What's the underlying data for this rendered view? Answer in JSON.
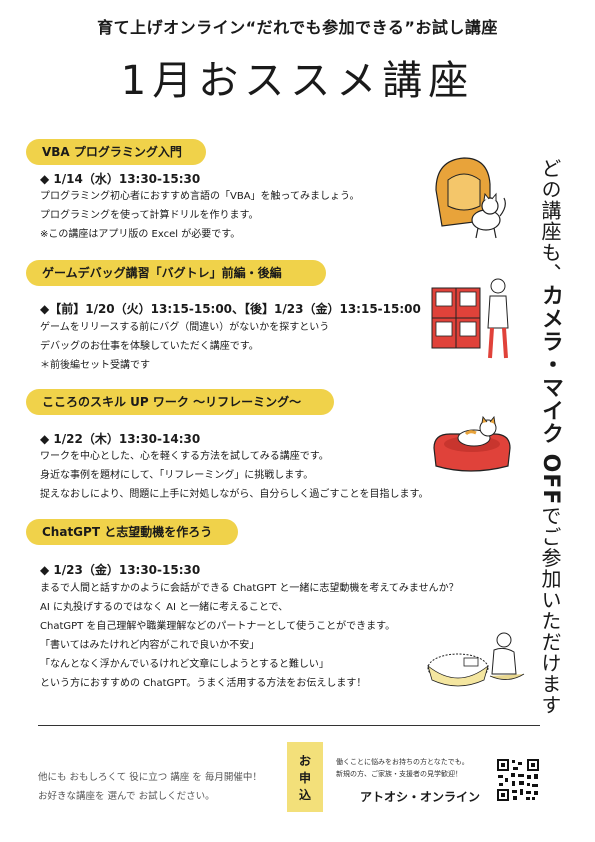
{
  "header": {
    "subtitle": "育て上げオンライン“だれでも参加できる”お試し講座",
    "title": "1月おススメ講座"
  },
  "courses": [
    {
      "tag": "VBA プログラミング入門",
      "datetime": "◆ 1/14（水）13:30-15:30",
      "lines": [
        "プログラミング初心者におすすめ言語の「VBA」を触ってみましょう。",
        "プログラミングを使って計算ドリルを作ります。",
        "※この講座はアプリ版の Excel が必要です。"
      ]
    },
    {
      "tag": "ゲームデバッグ講習「バグトレ」前編・後編",
      "datetime": "◆【前】1/20（火）13:15-15:00、【後】1/23（金）13:15-15:00",
      "lines": [
        "ゲームをリリースする前にバグ（間違い）がないかを探すという",
        "デバッグのお仕事を体験していただく講座です。",
        "＊前後編セット受講です"
      ]
    },
    {
      "tag": "こころのスキル UP ワーク 〜リフレーミング〜",
      "datetime": "◆ 1/22（木）13:30-14:30",
      "lines": [
        "ワークを中心とした、心を軽くする方法を試してみる講座です。",
        "身近な事例を題材にして、「リフレーミング」に挑戦します。",
        "捉えなおしにより、問題に上手に対処しながら、自分らしく過ごすことを目指します。"
      ]
    },
    {
      "tag": "ChatGPT と志望動機を作ろう",
      "datetime": "◆ 1/23（金）13:30-15:30",
      "lines": [
        "まるで人間と話すかのように会話ができる ChatGPT と一緒に志望動機を考えてみませんか？",
        "AI に丸投げするのではなく AI と一緒に考えることで、",
        "ChatGPT を自己理解や職業理解などのパートナーとして使うことができます。",
        "「書いてはみたけれど内容がこれで良いか不安」",
        "「なんとなく浮かんでいるけれど文章にしようとすると難しい」",
        "という方におすすめの ChatGPT。うまく活用する方法をお伝えします！"
      ]
    }
  ],
  "vertical": {
    "part1": "どの講座も、",
    "part2": "カメラ・マイク OFF",
    "part3": "でご参加いただけます"
  },
  "footer": {
    "left_line1": "他にも おもしろくて 役に立つ 講座 を 毎月開催中！",
    "left_line2": "お好きな講座を 選んで お試しください。",
    "apply_1": "お",
    "apply_2": "申",
    "apply_3": "込",
    "note1": "働くことに悩みをお持ちの方となたでも。",
    "note2": "新規の方、ご家族・支援者の見学歓迎！",
    "brand": "アトオシ・オンライン"
  },
  "colors": {
    "tag_yellow": "#f0d24a",
    "apply_yellow": "#f3e07a",
    "illustration_orange": "#e8a33a",
    "illustration_red": "#e0423a"
  },
  "icons": [
    "cat-hat-illustration",
    "capsule-toy-machine-illustration",
    "cat-in-bed-illustration",
    "person-kotatsu-illustration",
    "qr-code"
  ]
}
